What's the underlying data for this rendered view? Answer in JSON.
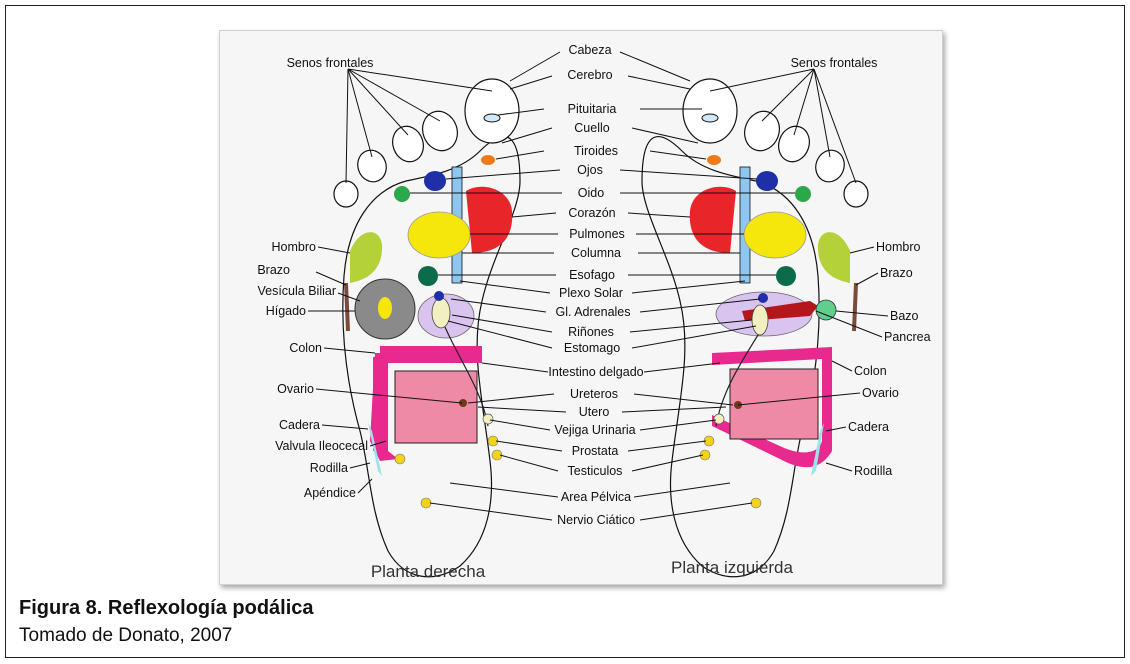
{
  "caption": {
    "title": "Figura 8.  Reflexología podálica",
    "source": "Tomado de Donato, 2007"
  },
  "diagram": {
    "center_labels": {
      "cabeza": "Cabeza",
      "cerebro": "Cerebro",
      "pituitaria": "Pituitaria",
      "cuello": "Cuello",
      "tiroides": "Tiroides",
      "ojos": "Ojos",
      "oido": "Oido",
      "corazon": "Corazón",
      "pulmones": "Pulmones",
      "columna": "Columna",
      "esofago": "Esofago",
      "plexo_solar": "Plexo Solar",
      "gl_adrenales": "Gl. Adrenales",
      "rinones": "Riñones",
      "estomago": "Estomago",
      "intestino_delgado": "Intestino delgado",
      "ureteros": "Ureteros",
      "utero": "Utero",
      "vejiga_urinaria": "Vejiga Urinaria",
      "prostata": "Prostata",
      "testiculos": "Testiculos",
      "area_pelvica": "Area Pélvica",
      "nervio_ciatico": "Nervio Ciático"
    },
    "left_labels": {
      "senos_frontales": "Senos frontales",
      "hombro": "Hombro",
      "brazo": "Brazo",
      "vesicula_biliar": "Vesícula Biliar",
      "higado": "Hígado",
      "colon": "Colon",
      "ovario": "Ovario",
      "cadera": "Cadera",
      "valvula_ileocecal": "Valvula Ileocecal",
      "rodilla": "Rodilla",
      "apendice": "Apéndice"
    },
    "right_labels": {
      "senos_frontales": "Senos frontales",
      "hombro": "Hombro",
      "brazo": "Brazo",
      "bazo": "Bazo",
      "pancrea": "Pancrea",
      "colon": "Colon",
      "ovario": "Ovario",
      "cadera": "Cadera",
      "rodilla": "Rodilla"
    },
    "foot_titles": {
      "left": "Planta derecha",
      "right": "Planta izquierda"
    },
    "colors": {
      "heart": "#e8262a",
      "lungs": "#f5e60c",
      "spine": "#8fc6ef",
      "eyes": "#1f2fa8",
      "ear": "#2aa84a",
      "esophagus": "#0c6b4a",
      "shoulder": "#b5d13a",
      "liver": "#8a8a8a",
      "kidney_area": "#d9c4ef",
      "colon": "#e8298d",
      "intestine": "#ee8aa6",
      "thyroid": "#f07a1a",
      "knee": "#9fe3ea",
      "points": "#f3d21a",
      "spleen": "#5fcf8f",
      "pancreas": "#b3161b"
    }
  }
}
